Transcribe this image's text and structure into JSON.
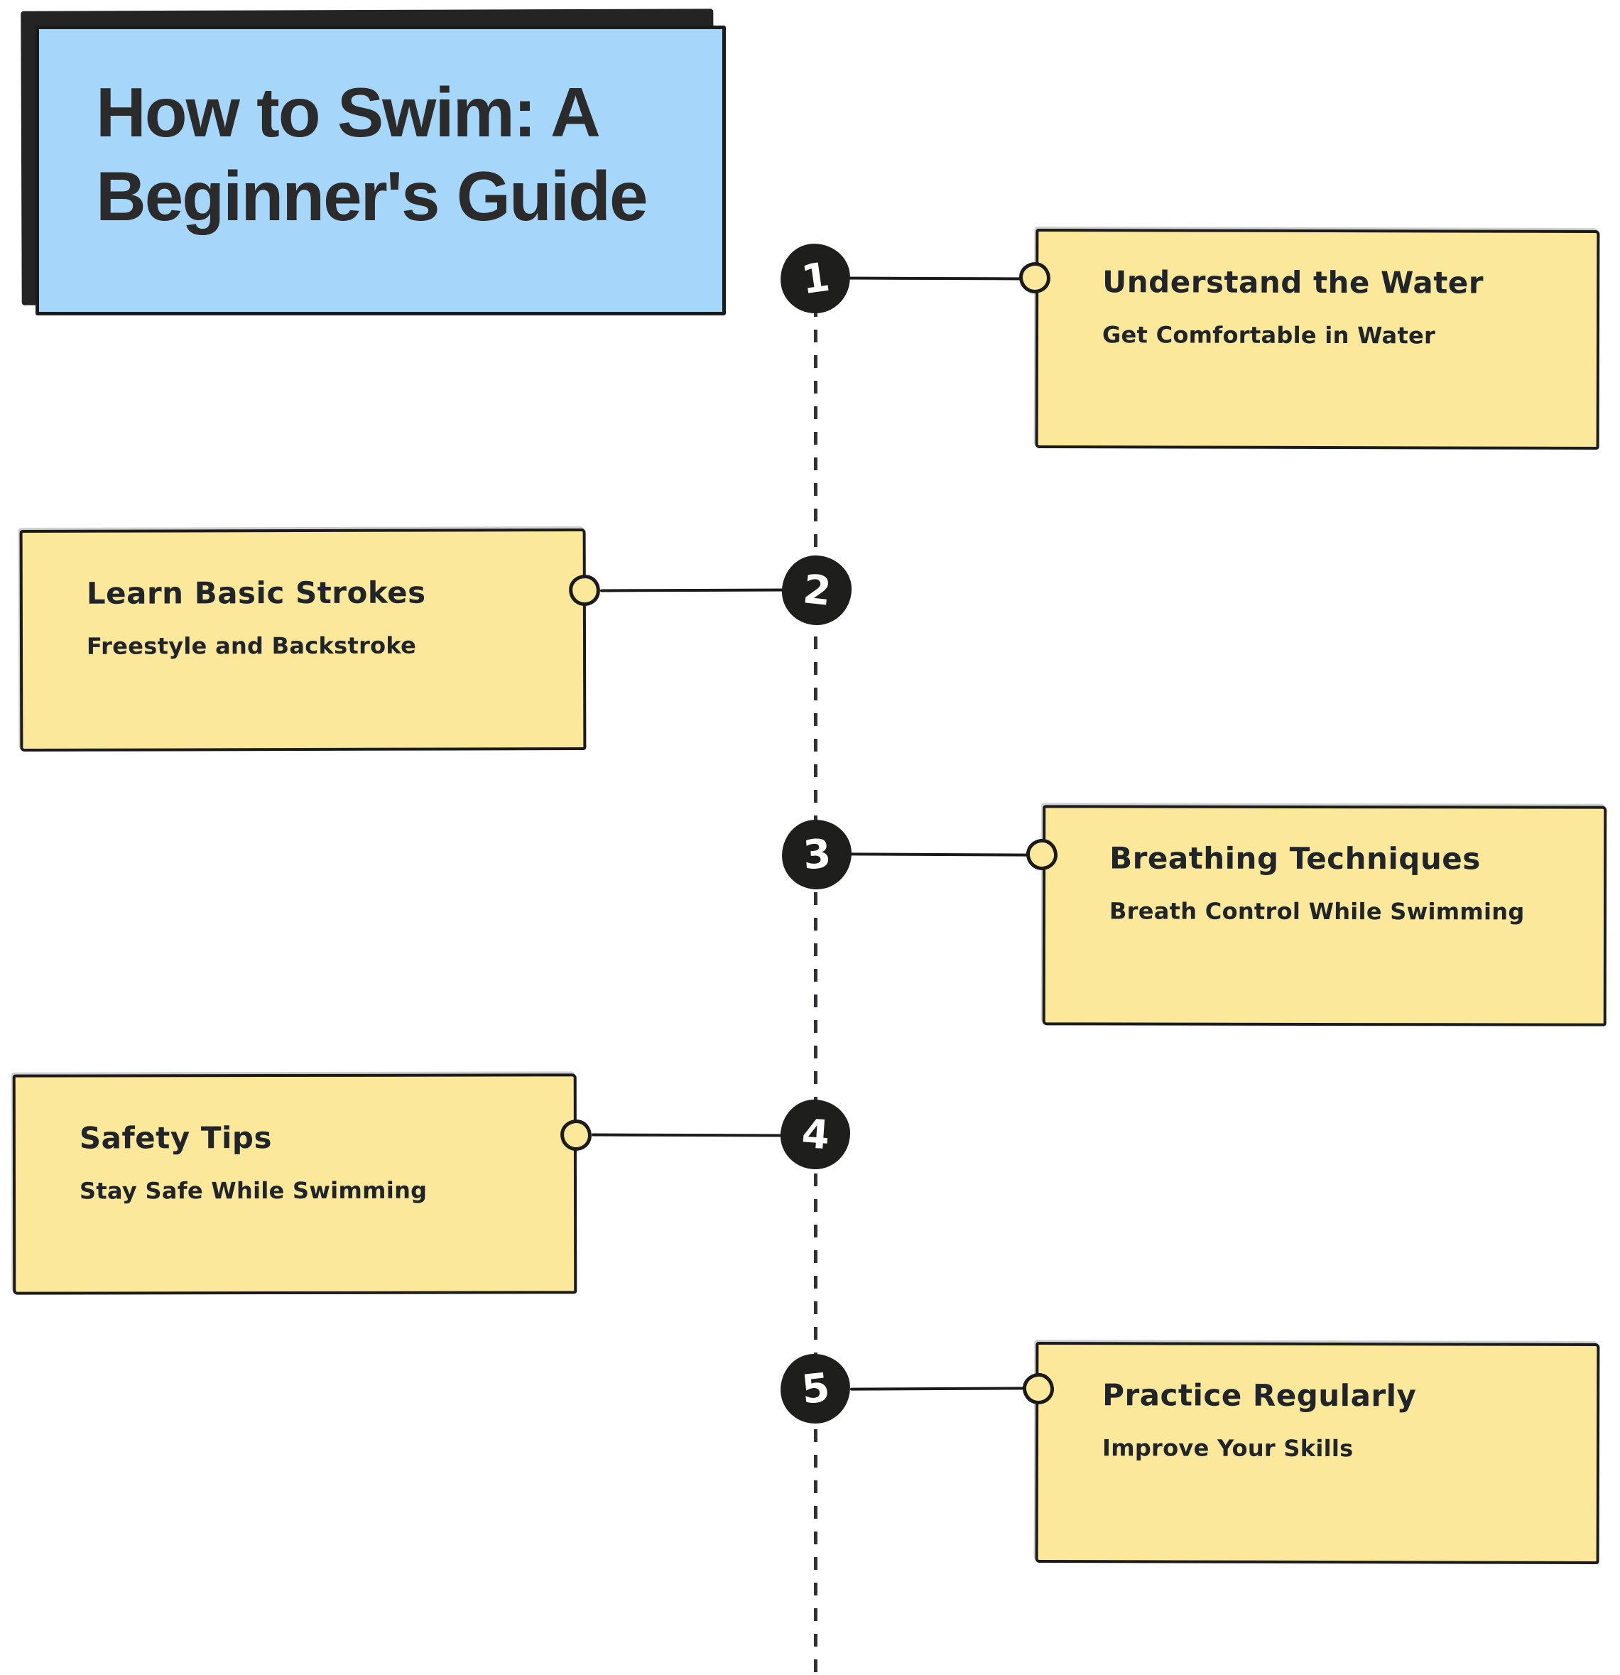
{
  "page": {
    "title_line1": "How to Swim: A",
    "title_line2": "Beginner's Guide"
  },
  "steps": [
    {
      "number": "1",
      "title": "Understand the Water",
      "subtitle": "Get Comfortable in Water",
      "side": "right"
    },
    {
      "number": "2",
      "title": "Learn Basic Strokes",
      "subtitle": "Freestyle and Backstroke",
      "side": "left"
    },
    {
      "number": "3",
      "title": "Breathing Techniques",
      "subtitle": "Breath Control While Swimming",
      "side": "right"
    },
    {
      "number": "4",
      "title": "Safety Tips",
      "subtitle": "Stay Safe While Swimming",
      "side": "left"
    },
    {
      "number": "5",
      "title": "Practice Regularly",
      "subtitle": "Improve Your Skills",
      "side": "right"
    }
  ],
  "colors": {
    "background": "#ffffff",
    "card_fill": "#FBE89B",
    "card_border": "#1b1b1b",
    "title_fill": "#A6D7FB",
    "title_text": "#2b2b2b",
    "shadow": "#242424",
    "badge_fill": "#1e1e1c",
    "badge_text": "#ffffff",
    "dash": "#2d3239",
    "card_text": "#20242b"
  }
}
